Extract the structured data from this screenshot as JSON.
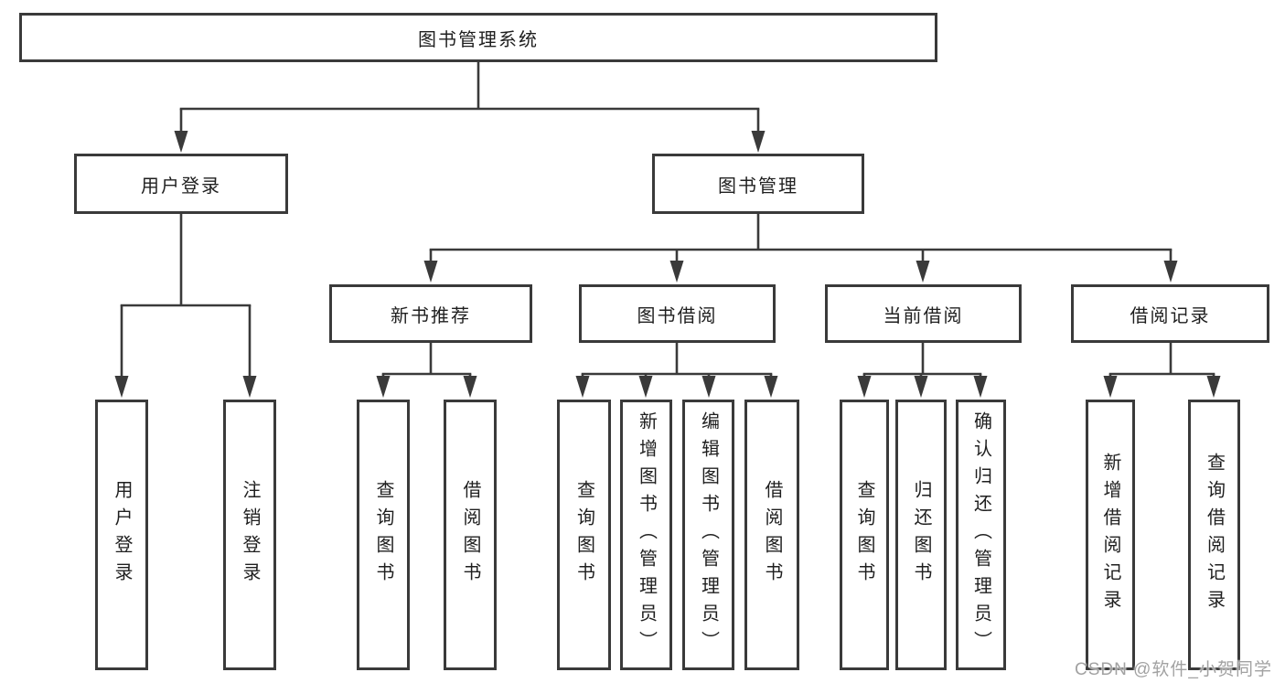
{
  "colors": {
    "line": "#3a3a3a",
    "text": "#1f1f1f",
    "box_background": "#ffffff",
    "watermark": "#a2a2a2",
    "background": "#ffffff"
  },
  "watermark": {
    "text": "CSDN @软件_小贺同学"
  },
  "tree": {
    "label": "图书管理系统",
    "children": [
      {
        "label": "用户登录",
        "children": [
          {
            "label": "用户登录"
          },
          {
            "label": "注销登录"
          }
        ]
      },
      {
        "label": "图书管理",
        "children": [
          {
            "label": "新书推荐",
            "children": [
              {
                "label": "查询图书"
              },
              {
                "label": "借阅图书"
              }
            ]
          },
          {
            "label": "图书借阅",
            "children": [
              {
                "label": "查询图书"
              },
              {
                "label": "新增图书（管理员）"
              },
              {
                "label": "编辑图书（管理员）"
              },
              {
                "label": "借阅图书"
              }
            ]
          },
          {
            "label": "当前借阅",
            "children": [
              {
                "label": "查询图书"
              },
              {
                "label": "归还图书"
              },
              {
                "label": "确认归还（管理员）"
              }
            ]
          },
          {
            "label": "借阅记录",
            "children": [
              {
                "label": "新增借阅记录"
              },
              {
                "label": "查询借阅记录"
              }
            ]
          }
        ]
      }
    ]
  }
}
